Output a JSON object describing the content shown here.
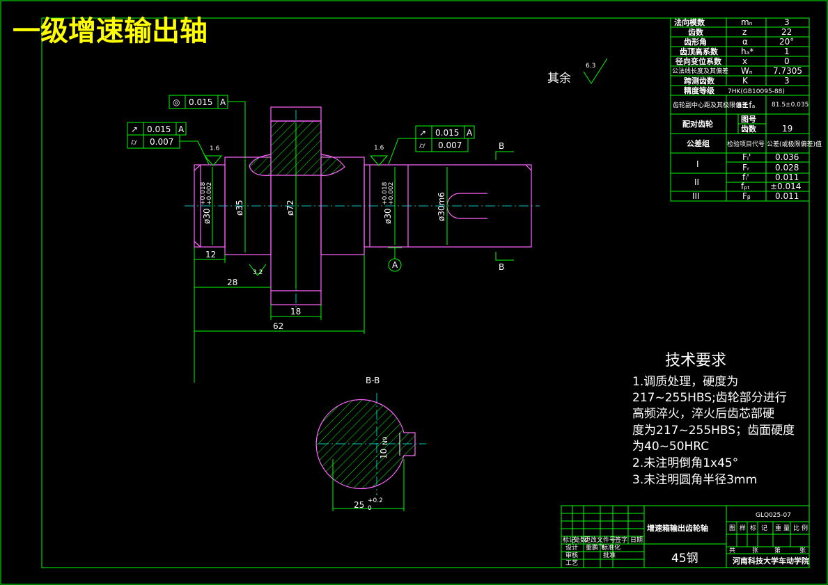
{
  "drawing_title": "一级增速输出轴",
  "surface_note": {
    "label": "其余",
    "roughness": "6.3"
  },
  "gear_params": [
    {
      "name": "法向模数",
      "symbol": "mₙ",
      "value": "3"
    },
    {
      "name": "齿数",
      "symbol": "z",
      "value": "22"
    },
    {
      "name": "齿形角",
      "symbol": "α",
      "value": "20°"
    },
    {
      "name": "齿顶高系数",
      "symbol": "hₐ*",
      "value": "1"
    },
    {
      "name": "径向变位系数",
      "symbol": "x",
      "value": "0"
    },
    {
      "name": "公法线长度及其偏差",
      "symbol": "Wₙ",
      "value": "7.7305"
    },
    {
      "name": "跨测齿数",
      "symbol": "K",
      "value": "3"
    },
    {
      "name": "精度等级",
      "spec": "7HK(GB10095-88)"
    },
    {
      "name": "齿轮副中心距及其极限偏差",
      "symbol": "a±fₐ",
      "value": "81.5±0.035"
    },
    {
      "name": "配对齿轮",
      "sub1": "图号",
      "sub2": "齿数",
      "value": "19"
    },
    {
      "name": "公差组",
      "col2": "检验项目代号",
      "col3": "公差(或极限偏差)值"
    },
    {
      "group": "I",
      "items": [
        {
          "symbol": "Fᵢ'",
          "value": "0.036"
        },
        {
          "symbol": "Fᵣ",
          "value": "0.028"
        }
      ]
    },
    {
      "group": "II",
      "items": [
        {
          "symbol": "fᵢ'",
          "value": "0.011"
        },
        {
          "symbol": "fₚₜ",
          "value": "±0.014"
        }
      ]
    },
    {
      "group": "III",
      "items": [
        {
          "symbol": "Fᵦ",
          "value": "0.011"
        }
      ]
    }
  ],
  "tolerance_frames": [
    {
      "id": "tf1",
      "symbol": "◎",
      "value": "0.015",
      "datum": "A"
    },
    {
      "id": "tf2a",
      "symbol": "↗",
      "value": "0.015",
      "datum": "A"
    },
    {
      "id": "tf2b",
      "symbol": "⌭",
      "value": "0.007"
    },
    {
      "id": "tf3a",
      "symbol": "↗",
      "value": "0.015",
      "datum": "A"
    },
    {
      "id": "tf3b",
      "symbol": "⌭",
      "value": "0.007"
    }
  ],
  "roughness_marks": [
    "1.6",
    "1.6",
    "3.2"
  ],
  "dimensions": {
    "d_left": "ø30",
    "d_left_tol_up": "+0.018",
    "d_left_tol_lo": "+0.002",
    "d_35": "ø35",
    "d_72": "ø72",
    "d_right": "ø30",
    "d_right_tol_up": "+0.018",
    "d_right_tol_lo": "+0.002",
    "d_30m6": "ø30m6",
    "len_12": "12",
    "len_28": "28",
    "len_18": "18",
    "len_62": "62"
  },
  "section_labels": {
    "cut_left": "B",
    "cut_right": "B",
    "datum": "A",
    "section_title": "B-B"
  },
  "section_dims": {
    "width": "25",
    "width_up": "+0.2",
    "width_lo": "0",
    "key": "10",
    "key_tol": "N9"
  },
  "tech_requirements": {
    "title": "技术要求",
    "lines": [
      "1.调质处理，硬度为",
      "217~255HBS;齿轮部分进行",
      "高频淬火，淬火后齿芯部硬",
      "度为217~255HBS；齿面硬度",
      "为40~50HRC",
      "2.未注明倒角1x45°",
      "3.未注明圆角半径3mm"
    ]
  },
  "title_block": {
    "part_name": "增速箱输出齿轮轴",
    "drawing_no": "GLQ025-07",
    "material": "45钢",
    "school": "河南科技大学车动学院",
    "header_labels": [
      "图",
      "样",
      "标",
      "记",
      "重",
      "量",
      "比",
      "例"
    ],
    "sheet_labels": [
      "共",
      "张",
      "第",
      "张"
    ],
    "left_labels": [
      "标记",
      "处数",
      "更改文件号",
      "签字",
      "日期",
      "设计",
      "审核",
      "工艺",
      "标准化",
      "批准"
    ],
    "designer": "董鹏飞"
  }
}
